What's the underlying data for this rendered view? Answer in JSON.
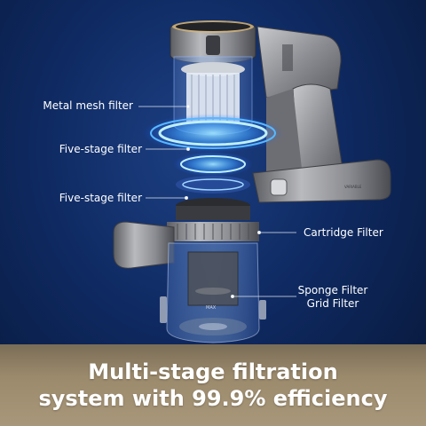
{
  "labels": {
    "metal_mesh": "Metal mesh filter",
    "five_stage_a": "Five-stage filter",
    "five_stage_b": "Five-stage filter",
    "cartridge": "Cartridge Filter",
    "sponge": "Sponge Filter",
    "grid": "Grid Filter"
  },
  "headline": {
    "line1": "Multi-stage filtration",
    "line2": "system with 99.9% efficiency"
  },
  "product": {
    "cup_marking": "MAX",
    "handle_marking": "VARIABLE"
  },
  "colors": {
    "background": "#0f2a62",
    "glow": "#3fa0ff",
    "banner": "#9c8a6c",
    "metal": "#8f8f92"
  }
}
